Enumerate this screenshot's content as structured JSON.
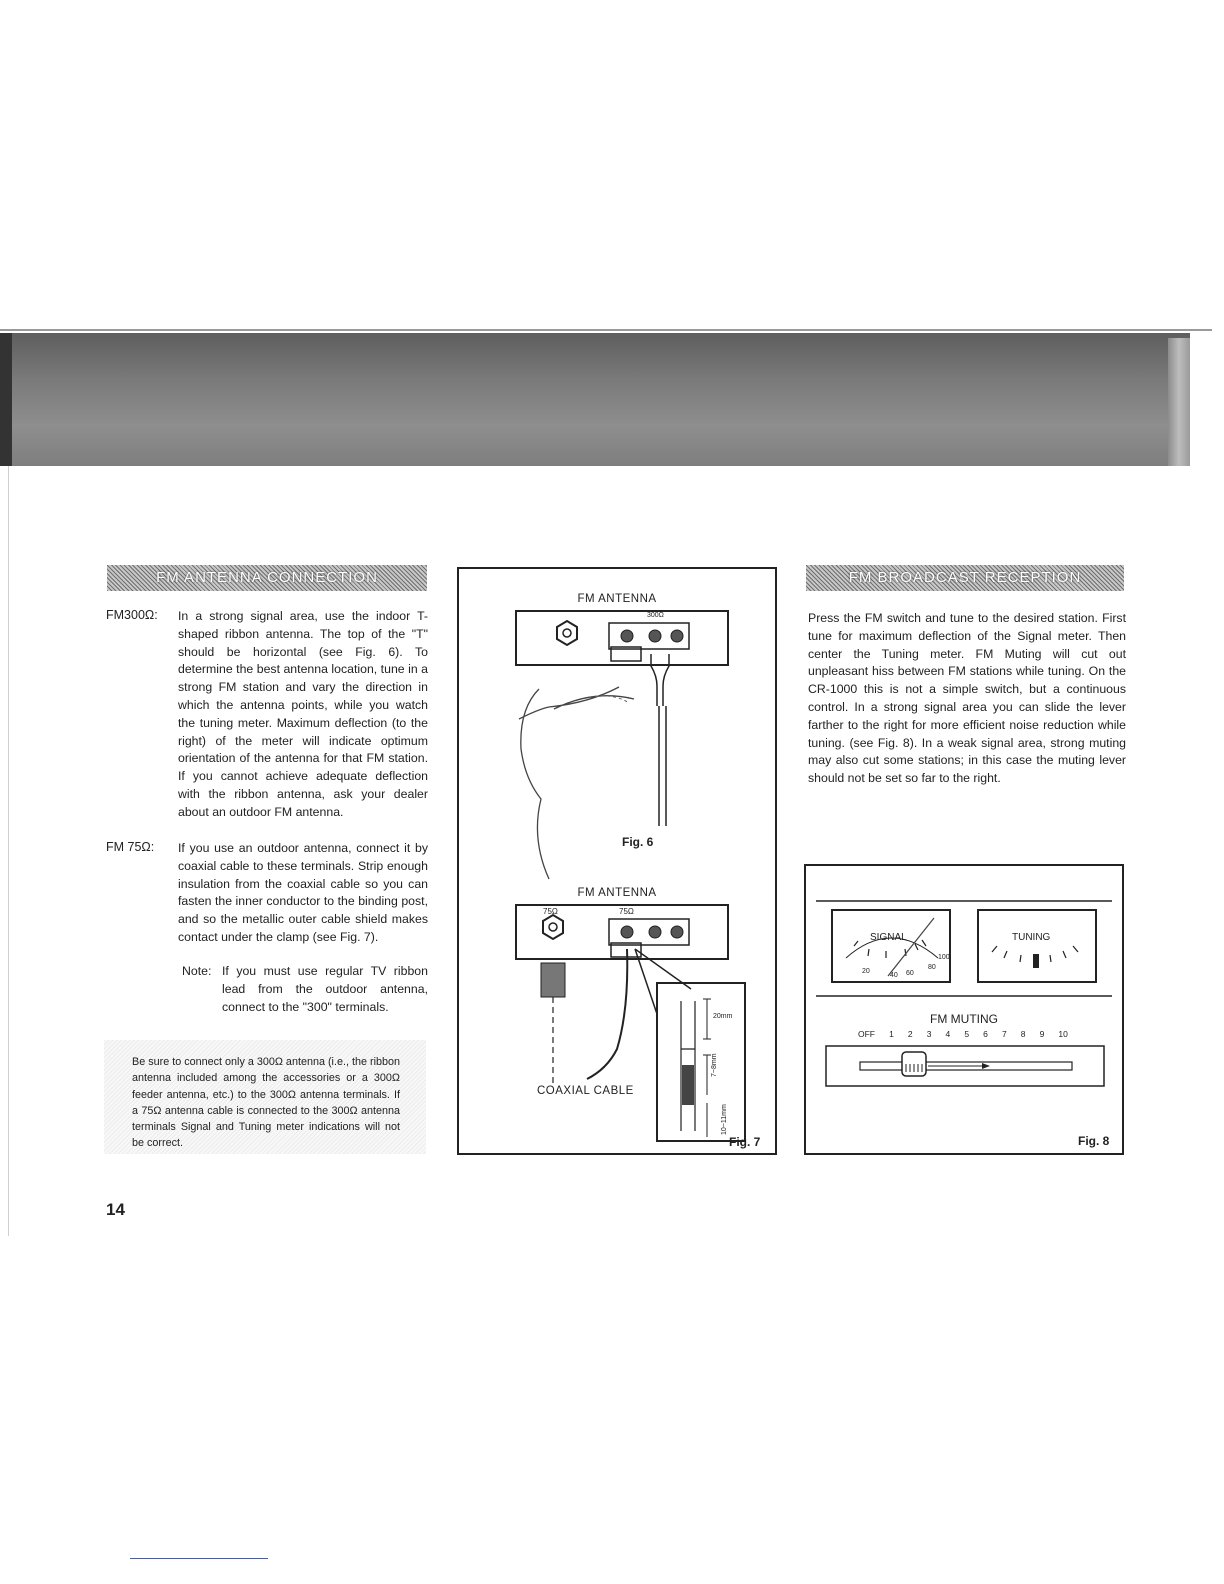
{
  "left": {
    "header": "FM ANTENNA CONNECTION",
    "term1": "FM300Ω:",
    "para1": "In a strong signal area, use the indoor T-shaped ribbon antenna. The top of the \"T\" should be horizontal (see Fig. 6). To determine the best antenna location, tune in a strong FM station and vary the direction in which the antenna points, while you watch the tuning meter. Maximum deflection (to the right) of the meter will indicate optimum orientation of the antenna for that FM station. If you cannot achieve adequate deflection with the ribbon antenna, ask your dealer about an outdoor FM antenna.",
    "term2": "FM 75Ω:",
    "para2": "If you use an outdoor antenna, connect it by coaxial cable to these terminals. Strip enough insulation from the coaxial cable so you can fasten the inner conductor to the binding post, and so the metallic outer cable shield makes contact under the clamp (see Fig. 7).",
    "note_label": "Note:",
    "note_text": "If you must use regular TV ribbon lead from the outdoor antenna, connect to the \"300\" terminals.",
    "warning": "Be sure to connect only a 300Ω antenna (i.e., the ribbon antenna included among the accessories or a 300Ω feeder antenna, etc.) to the 300Ω antenna terminals. If a 75Ω antenna cable is connected to the 300Ω antenna terminals Signal and Tuning meter indications will not be correct."
  },
  "fig6": {
    "title": "FM ANTENNA",
    "terminal_label": "300Ω",
    "caption": "Fig. 6"
  },
  "fig7": {
    "title": "FM ANTENNA",
    "label_75a": "75Ω",
    "label_75b": "75Ω",
    "dim1": "20mm",
    "dim2": "7~8mm",
    "dim3": "10~11mm",
    "cable_label": "COAXIAL CABLE",
    "caption": "Fig. 7"
  },
  "right": {
    "header": "FM BROADCAST RECEPTION",
    "para": "Press the FM switch and tune to the desired station. First tune for maximum deflection of the Signal meter. Then center the Tuning meter. FM Muting will cut out unpleasant hiss between FM stations while tuning. On the CR-1000 this is not a simple switch, but a continuous control. In a strong signal area you can slide the lever farther to the right for more efficient noise reduction while tuning. (see Fig. 8). In a weak signal area, strong muting may also cut some stations; in this case the muting lever should not be set so far to the right."
  },
  "fig8": {
    "signal_label": "SIGNAL",
    "signal_scale": [
      "20",
      "40",
      "60",
      "80",
      "100"
    ],
    "tuning_label": "TUNING",
    "muting_title": "FM MUTING",
    "muting_scale": [
      "OFF",
      "1",
      "2",
      "3",
      "4",
      "5",
      "6",
      "7",
      "8",
      "9",
      "10"
    ],
    "caption": "Fig. 8"
  },
  "page_number": "14"
}
